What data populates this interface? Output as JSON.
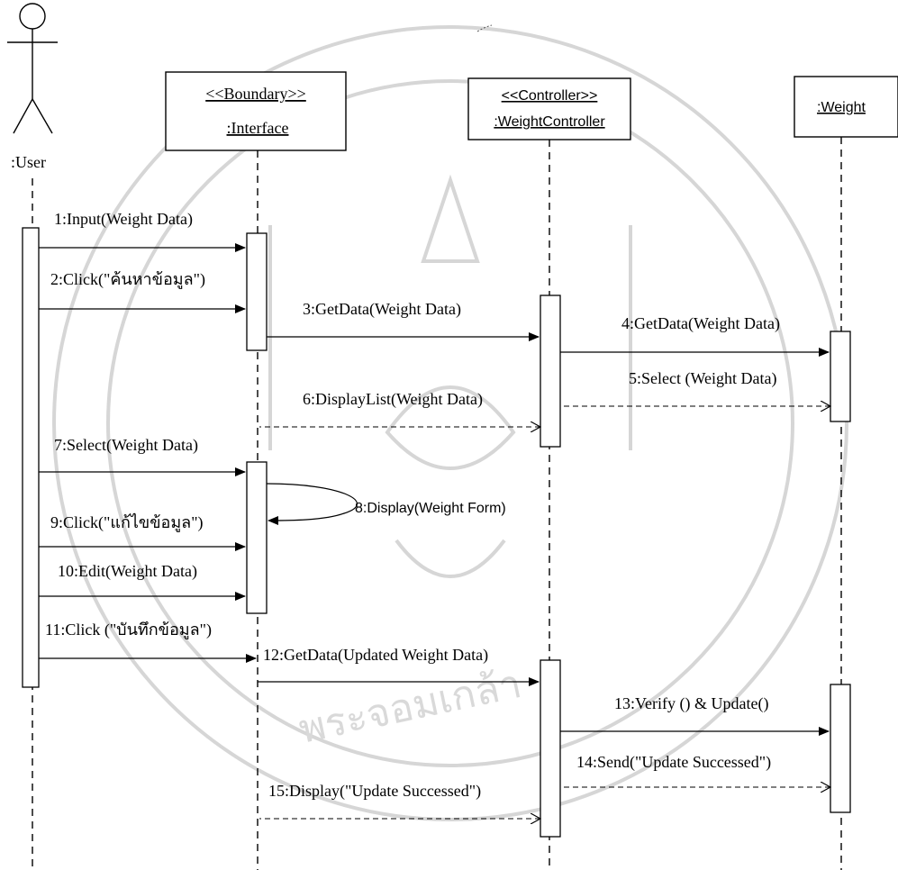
{
  "actor": {
    "label": ":User"
  },
  "objects": {
    "interface": {
      "stereotype": "<<Boundary>>",
      "name": ":Interface"
    },
    "controller": {
      "stereotype": "<<Controller>>",
      "name": ":WeightController"
    },
    "weight": {
      "name": ":Weight"
    }
  },
  "messages": [
    "1:Input(Weight Data)",
    "2:Click(\"ค้นหาข้อมูล\")",
    "3:GetData(Weight Data)",
    "4:GetData(Weight Data)",
    "5:Select (Weight Data)",
    "6:DisplayList(Weight Data)",
    "7:Select(Weight Data)",
    "8:Display(Weight Form)",
    "9:Click(\"แก้ไขข้อมูล\")",
    "10:Edit(Weight Data)",
    "11:Click (\"บันทึกข้อมูล\")",
    "12:GetData(Updated Weight Data)",
    "13:Verify () & Update()",
    "14:Send(\"Update Successed\")",
    "15:Display(\"Update Successed\")"
  ],
  "watermark": {
    "text": "พระจอมเกล้า"
  },
  "colors": {
    "line": "#000000",
    "watermark": "#d6d6d6",
    "background": "#ffffff"
  }
}
